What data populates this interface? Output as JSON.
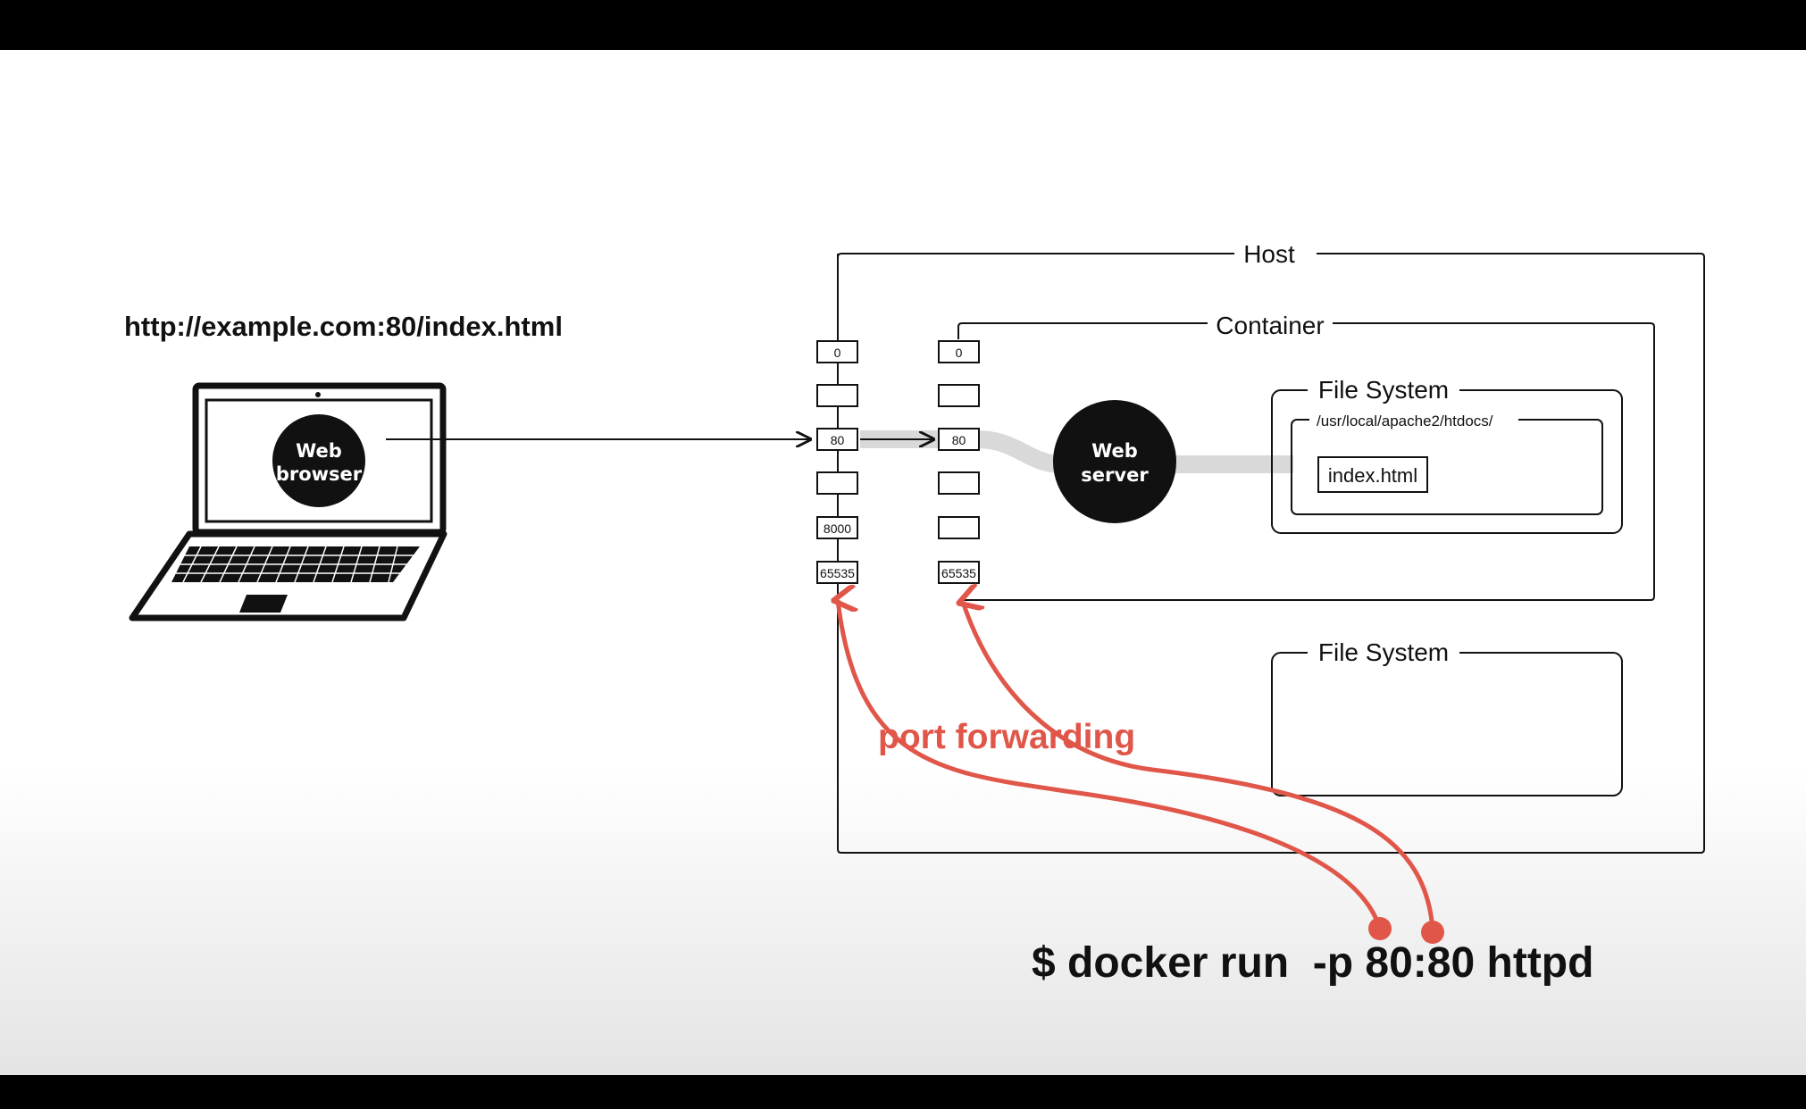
{
  "diagram": {
    "url": "http://example.com:80/index.html",
    "client": {
      "label_line1": "Web",
      "label_line2": "browser"
    },
    "host": {
      "label": "Host",
      "ports": [
        "0",
        "",
        "80",
        "",
        "8000",
        "65535"
      ],
      "file_system_label": "File System"
    },
    "container": {
      "label": "Container",
      "ports": [
        "0",
        "",
        "80",
        "",
        "",
        "65535"
      ],
      "server": {
        "label_line1": "Web",
        "label_line2": "server"
      },
      "file_system": {
        "label": "File System",
        "path": "/usr/local/apache2/htdocs/",
        "file": "index.html"
      }
    },
    "annotation": "port forwarding",
    "command": "$ docker run  -p 80:80 httpd",
    "colors": {
      "accent": "#e0574a",
      "ink": "#111111",
      "pipe": "#d9d9d9"
    },
    "icons": [
      "laptop-icon"
    ]
  }
}
